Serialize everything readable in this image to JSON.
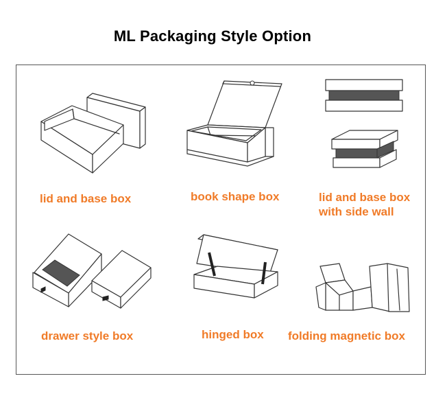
{
  "title": "ML Packaging Style Option",
  "accent_color": "#f07b28",
  "options": [
    {
      "label": "lid and base box",
      "icon": "lid-and-base-box-icon"
    },
    {
      "label": "book shape box",
      "icon": "book-shape-box-icon"
    },
    {
      "label_line1": "lid and base box",
      "label_line2": "with side wall",
      "icon": "lid-and-base-side-wall-box-icon"
    },
    {
      "label": "drawer style box",
      "icon": "drawer-style-box-icon"
    },
    {
      "label": "hinged box",
      "icon": "hinged-box-icon"
    },
    {
      "label": "folding magnetic box",
      "icon": "folding-magnetic-box-icon"
    }
  ]
}
